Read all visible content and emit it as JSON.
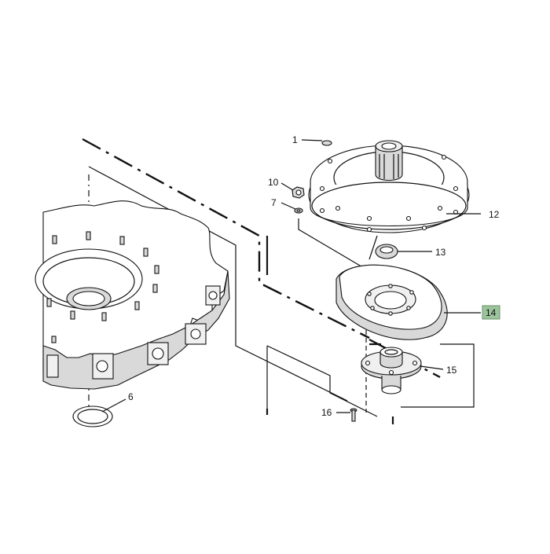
{
  "callouts": {
    "c1": "1",
    "c10": "10",
    "c7": "7",
    "c12": "12",
    "c13": "13",
    "c14": "14",
    "c15": "15",
    "c16": "16",
    "c6": "6"
  },
  "colors": {
    "line": "#111111",
    "shade": "#d9d9d9",
    "highlight_fill": "#9cc49c",
    "background": "#ffffff"
  }
}
